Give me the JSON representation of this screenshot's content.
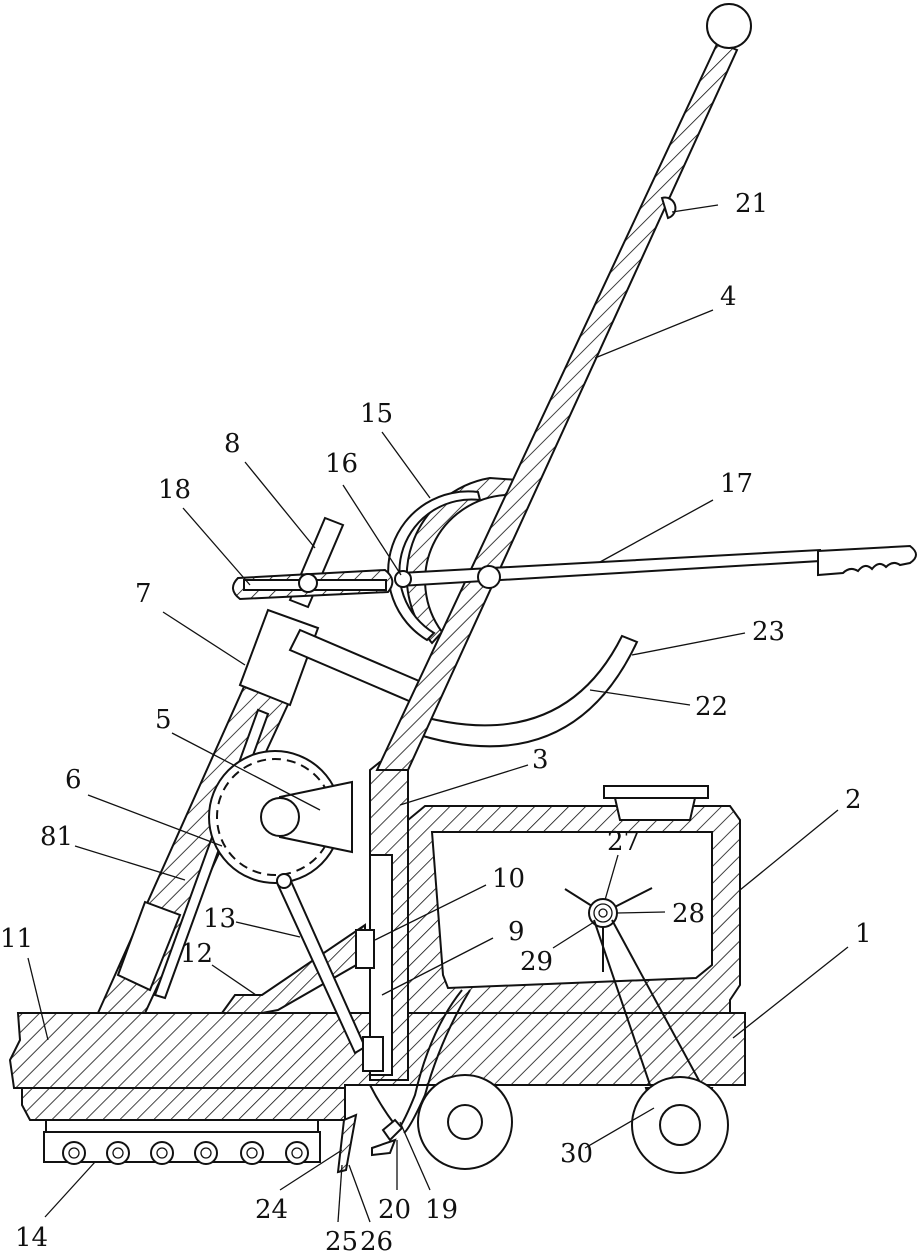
{
  "figure": {
    "part_labels": [
      {
        "id": "1",
        "text": "1"
      },
      {
        "id": "2",
        "text": "2"
      },
      {
        "id": "3",
        "text": "3"
      },
      {
        "id": "4",
        "text": "4"
      },
      {
        "id": "5",
        "text": "5"
      },
      {
        "id": "6",
        "text": "6"
      },
      {
        "id": "7",
        "text": "7"
      },
      {
        "id": "8",
        "text": "8"
      },
      {
        "id": "81",
        "text": "81"
      },
      {
        "id": "9",
        "text": "9"
      },
      {
        "id": "10",
        "text": "10"
      },
      {
        "id": "11",
        "text": "11"
      },
      {
        "id": "12",
        "text": "12"
      },
      {
        "id": "13",
        "text": "13"
      },
      {
        "id": "14",
        "text": "14"
      },
      {
        "id": "15",
        "text": "15"
      },
      {
        "id": "16",
        "text": "16"
      },
      {
        "id": "17",
        "text": "17"
      },
      {
        "id": "18",
        "text": "18"
      },
      {
        "id": "19",
        "text": "19"
      },
      {
        "id": "20",
        "text": "20"
      },
      {
        "id": "21",
        "text": "21"
      },
      {
        "id": "22",
        "text": "22"
      },
      {
        "id": "23",
        "text": "23"
      },
      {
        "id": "24",
        "text": "24"
      },
      {
        "id": "25",
        "text": "25"
      },
      {
        "id": "26",
        "text": "26"
      },
      {
        "id": "27",
        "text": "27"
      },
      {
        "id": "28",
        "text": "28"
      },
      {
        "id": "29",
        "text": "29"
      },
      {
        "id": "30",
        "text": "30"
      }
    ]
  }
}
